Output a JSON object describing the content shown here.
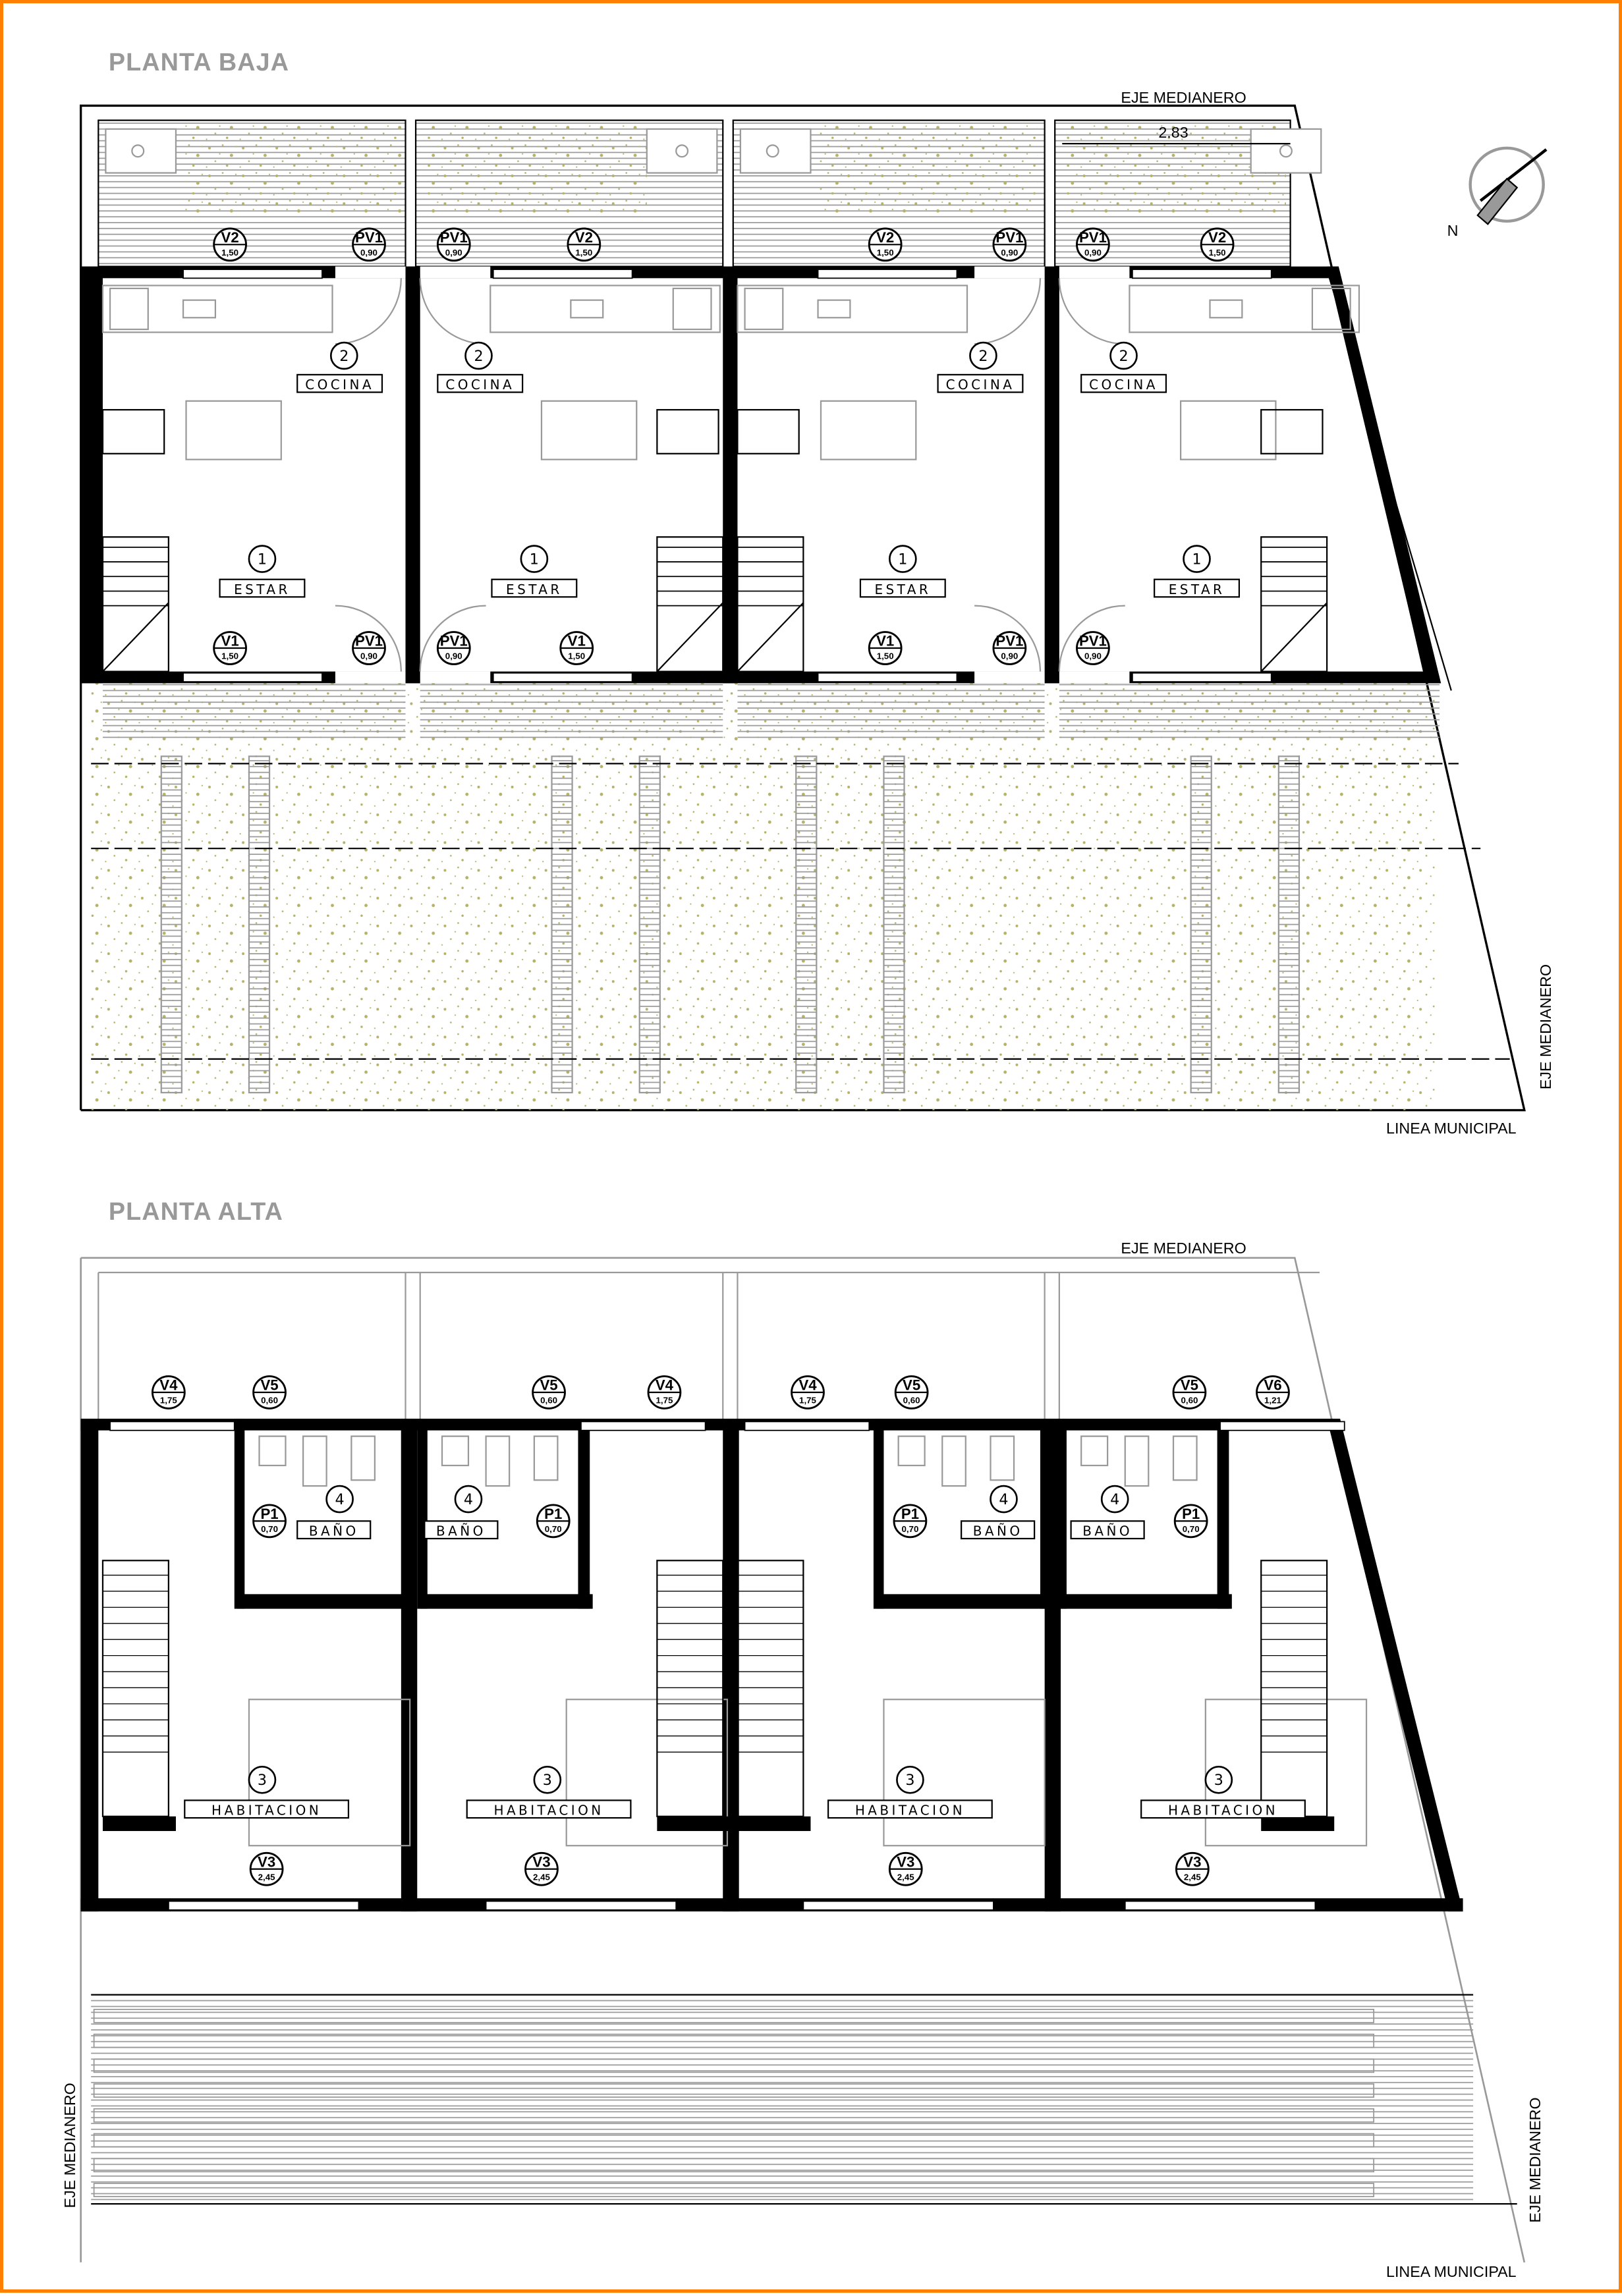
{
  "colors": {
    "border": "#ff7f00",
    "title": "#999999",
    "wall": "#000000",
    "furniture": "#999999",
    "garden": "#b5b36a"
  },
  "planta_baja": {
    "title": "PLANTA BAJA",
    "eje_medianero_top": "EJE MEDIANERO",
    "eje_medianero_right": "EJE MEDIANERO",
    "linea_municipal": "LINEA MUNICIPAL",
    "dimension": "2.83",
    "north": "N",
    "units": [
      {
        "tags": [
          {
            "code": "V2",
            "size": "1,50"
          },
          {
            "code": "PV1",
            "size": "0,90"
          },
          {
            "code": "V1",
            "size": "1,50"
          },
          {
            "code": "PV1",
            "size": "0,90"
          }
        ],
        "rooms": [
          {
            "num": "2",
            "name": "COCINA"
          },
          {
            "num": "1",
            "name": "ESTAR"
          }
        ]
      },
      {
        "tags": [
          {
            "code": "PV1",
            "size": "0,90"
          },
          {
            "code": "V2",
            "size": "1,50"
          },
          {
            "code": "PV1",
            "size": "0,90"
          },
          {
            "code": "V1",
            "size": "1,50"
          }
        ],
        "rooms": [
          {
            "num": "2",
            "name": "COCINA"
          },
          {
            "num": "1",
            "name": "ESTAR"
          }
        ]
      },
      {
        "tags": [
          {
            "code": "V2",
            "size": "1,50"
          },
          {
            "code": "PV1",
            "size": "0,90"
          },
          {
            "code": "V1",
            "size": "1,50"
          },
          {
            "code": "PV1",
            "size": "0,90"
          }
        ],
        "rooms": [
          {
            "num": "2",
            "name": "COCINA"
          },
          {
            "num": "1",
            "name": "ESTAR"
          }
        ]
      },
      {
        "tags": [
          {
            "code": "PV1",
            "size": "0,90"
          },
          {
            "code": "V2",
            "size": "1,50"
          },
          {
            "code": "PV1",
            "size": "0,90"
          }
        ],
        "rooms": [
          {
            "num": "2",
            "name": "COCINA"
          },
          {
            "num": "1",
            "name": "ESTAR"
          }
        ]
      }
    ]
  },
  "planta_alta": {
    "title": "PLANTA ALTA",
    "eje_medianero_top": "EJE MEDIANERO",
    "eje_medianero_left": "EJE MEDIANERO",
    "eje_medianero_right": "EJE MEDIANERO",
    "linea_municipal": "LINEA MUNICIPAL",
    "units": [
      {
        "tags": [
          {
            "code": "V4",
            "size": "1,75"
          },
          {
            "code": "V5",
            "size": "0,60"
          },
          {
            "code": "P1",
            "size": "0,70"
          },
          {
            "code": "V3",
            "size": "2,45"
          }
        ],
        "rooms": [
          {
            "num": "4",
            "name": "BAÑO"
          },
          {
            "num": "3",
            "name": "HABITACION"
          }
        ]
      },
      {
        "tags": [
          {
            "code": "V5",
            "size": "0,60"
          },
          {
            "code": "V4",
            "size": "1,75"
          },
          {
            "code": "P1",
            "size": "0,70"
          },
          {
            "code": "V3",
            "size": "2,45"
          }
        ],
        "rooms": [
          {
            "num": "4",
            "name": "BAÑO"
          },
          {
            "num": "3",
            "name": "HABITACION"
          }
        ]
      },
      {
        "tags": [
          {
            "code": "V4",
            "size": "1,75"
          },
          {
            "code": "V5",
            "size": "0,60"
          },
          {
            "code": "P1",
            "size": "0,70"
          },
          {
            "code": "V3",
            "size": "2,45"
          }
        ],
        "rooms": [
          {
            "num": "4",
            "name": "BAÑO"
          },
          {
            "num": "3",
            "name": "HABITACION"
          }
        ]
      },
      {
        "tags": [
          {
            "code": "V5",
            "size": "0,60"
          },
          {
            "code": "V6",
            "size": "1,21"
          },
          {
            "code": "P1",
            "size": "0,70"
          },
          {
            "code": "V3",
            "size": "2,45"
          }
        ],
        "rooms": [
          {
            "num": "4",
            "name": "BAÑO"
          },
          {
            "num": "3",
            "name": "HABITACION"
          }
        ]
      }
    ]
  }
}
